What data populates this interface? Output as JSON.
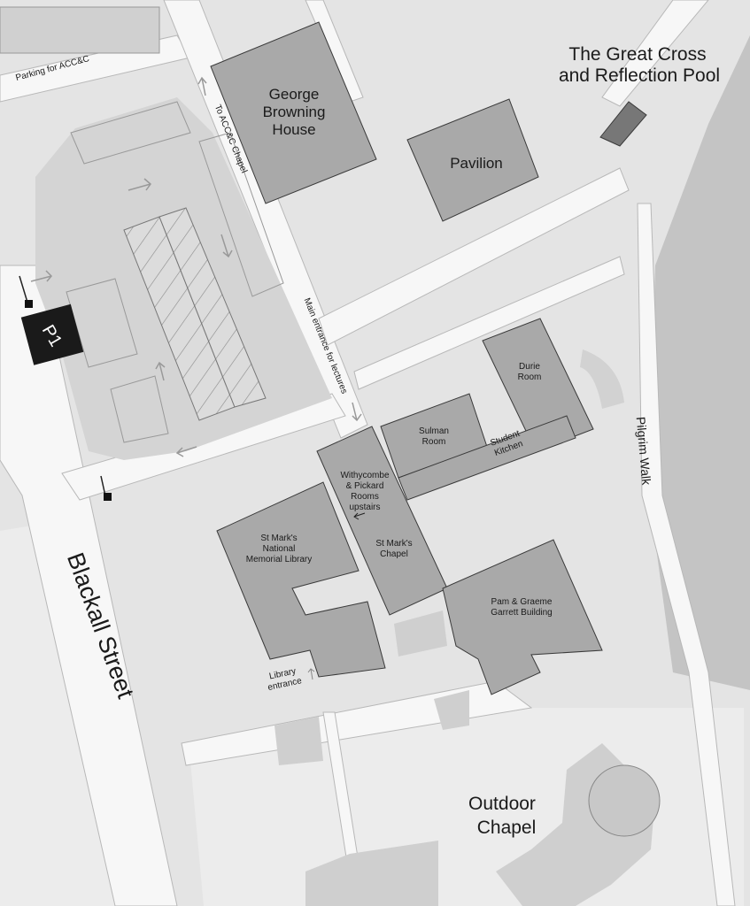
{
  "map": {
    "landmarks": {
      "great_cross_line1": "The Great Cross",
      "great_cross_line2": "and Reflection Pool",
      "outdoor_chapel_line1": "Outdoor",
      "outdoor_chapel_line2": "Chapel"
    },
    "buildings": {
      "george_browning_line1": "George",
      "george_browning_line2": "Browning",
      "george_browning_line3": "House",
      "pavilion": "Pavilion",
      "durie_line1": "Durie",
      "durie_line2": "Room",
      "sulman_line1": "Sulman",
      "sulman_line2": "Room",
      "student_kitchen_line1": "Student",
      "student_kitchen_line2": "Kitchen",
      "withycombe_line1": "Withycombe",
      "withycombe_line2": "& Pickard",
      "withycombe_line3": "Rooms",
      "withycombe_line4": "upstairs",
      "st_marks_chapel_line1": "St Mark's",
      "st_marks_chapel_line2": "Chapel",
      "library_line1": "St Mark's",
      "library_line2": "National",
      "library_line3": "Memorial Library",
      "garrett_line1": "Pam & Graeme",
      "garrett_line2": "Garrett Building"
    },
    "streets": {
      "blackall": "Blackall Street",
      "pilgrim_walk": "Pilgrim Walk"
    },
    "labels": {
      "parking_accc": "Parking for ACC&C",
      "to_accc_chapel": "To ACC&C Chapel",
      "main_entrance": "Main entrance for lectures",
      "library_entrance_line1": "Library",
      "library_entrance_line2": "entrance"
    },
    "parking": {
      "p1": "P1"
    },
    "colors": {
      "building_fill": "#a9a9a9",
      "road": "#f7f7f7",
      "ground": "#e4e4e4",
      "parking_marker": "#1a1a1a"
    }
  }
}
